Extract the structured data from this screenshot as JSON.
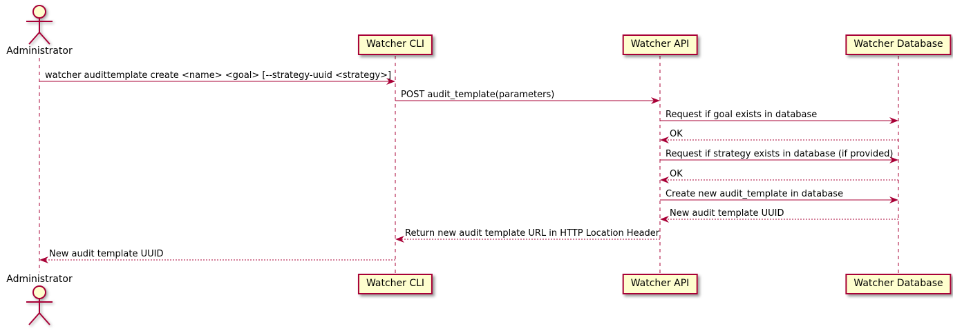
{
  "diagram": {
    "type": "uml-sequence",
    "actor": {
      "id": "administrator",
      "label": "Administrator"
    },
    "participants": [
      {
        "id": "cli",
        "label": "Watcher CLI"
      },
      {
        "id": "api",
        "label": "Watcher API"
      },
      {
        "id": "db",
        "label": "Watcher Database"
      }
    ],
    "messages": [
      {
        "from": "administrator",
        "to": "cli",
        "label": "watcher audittemplate create <name> <goal> [--strategy-uuid <strategy>]",
        "style": "solid"
      },
      {
        "from": "cli",
        "to": "api",
        "label": "POST audit_template(parameters)",
        "style": "solid"
      },
      {
        "from": "api",
        "to": "db",
        "label": "Request if goal exists in database",
        "style": "solid"
      },
      {
        "from": "db",
        "to": "api",
        "label": "OK",
        "style": "dotted"
      },
      {
        "from": "api",
        "to": "db",
        "label": "Request if strategy exists in database (if provided)",
        "style": "solid"
      },
      {
        "from": "db",
        "to": "api",
        "label": "OK",
        "style": "dotted"
      },
      {
        "from": "api",
        "to": "db",
        "label": "Create new audit_template in database",
        "style": "solid"
      },
      {
        "from": "db",
        "to": "api",
        "label": "New audit template UUID",
        "style": "dotted"
      },
      {
        "from": "api",
        "to": "cli",
        "label": "Return new audit template URL in HTTP Location Header",
        "style": "dotted"
      },
      {
        "from": "cli",
        "to": "administrator",
        "label": "New audit template UUID",
        "style": "dotted"
      }
    ],
    "colors": {
      "line": "#A80036",
      "participant_fill": "#FEFECE",
      "text": "#000000",
      "background": "#FFFFFF"
    }
  }
}
